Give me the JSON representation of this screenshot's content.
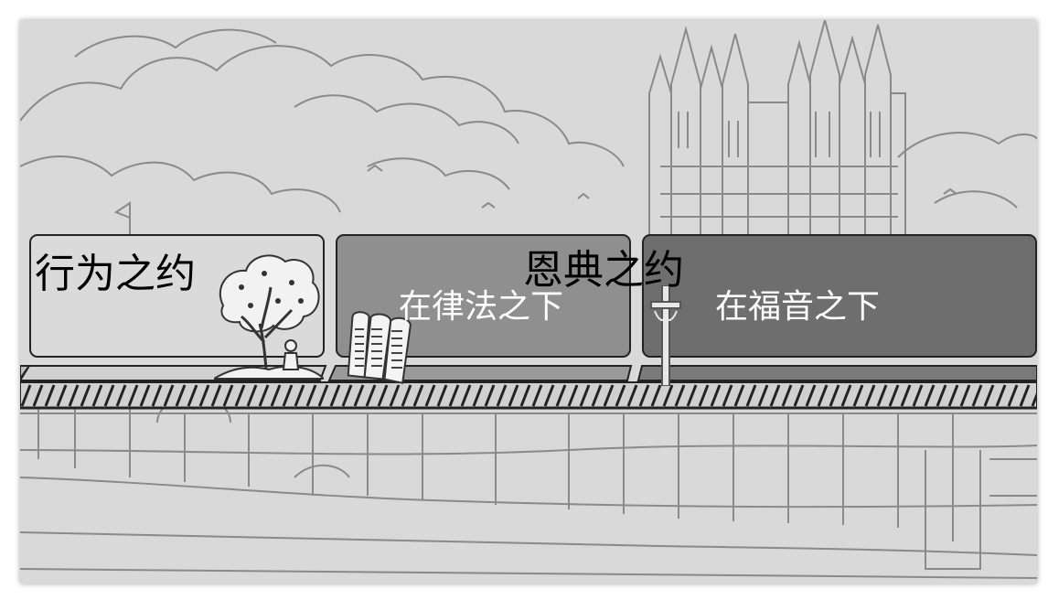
{
  "labels": {
    "covenant_of_works": "行为之约",
    "covenant_of_grace": "恩典之约",
    "under_law": "在律法之下",
    "under_gospel": "在福音之下"
  },
  "colors": {
    "background": "#d9d9d9",
    "panel_works": "#dadada",
    "panel_law": "#8f8f8f",
    "panel_gospel": "#6e6e6e",
    "line_art": "#8a8a8a"
  },
  "icons": [
    "tree-and-man-icon",
    "stone-tablets-icon",
    "cross-icon"
  ]
}
